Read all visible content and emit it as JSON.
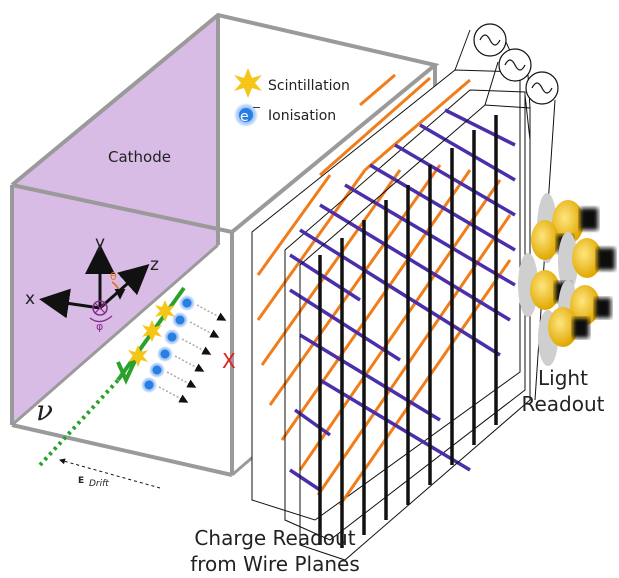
{
  "labels": {
    "cathode": "Cathode",
    "scintillation": "Scintillation",
    "ionisation": "Ionisation",
    "electron": "e",
    "electron_sup": "−",
    "axis_x": "x",
    "axis_y": "y",
    "axis_z": "z",
    "theta": "θ",
    "phi": "φ",
    "neutrino": "ν",
    "v_mark": "V",
    "x_mark": "X",
    "e_field": "E",
    "drift": "Drift",
    "light_readout_1": "Light",
    "light_readout_2": "Readout",
    "charge_readout_1": "Charge Readout",
    "charge_readout_2": "from Wire Planes",
    "small_electron": "e"
  },
  "colors": {
    "cathode_fill": "#dcc2e8",
    "frame": "#9a9a9a",
    "wire_orange": "#f07d1a",
    "wire_purple": "#4a2fa8",
    "wire_black": "#111111",
    "track_green": "#2aa12a",
    "x_red": "#e02020",
    "pmt_yellow": "#f2c21a",
    "electron_blue": "#2a7de1",
    "star_yellow": "#f5c518",
    "theta_orange": "#e8731a",
    "phi_purple": "#8a2a8a"
  },
  "icons": {
    "star": "scintillation-star-icon",
    "electron": "electron-icon",
    "signal": "sine-wave-icon",
    "pmt": "photomultiplier-icon"
  }
}
